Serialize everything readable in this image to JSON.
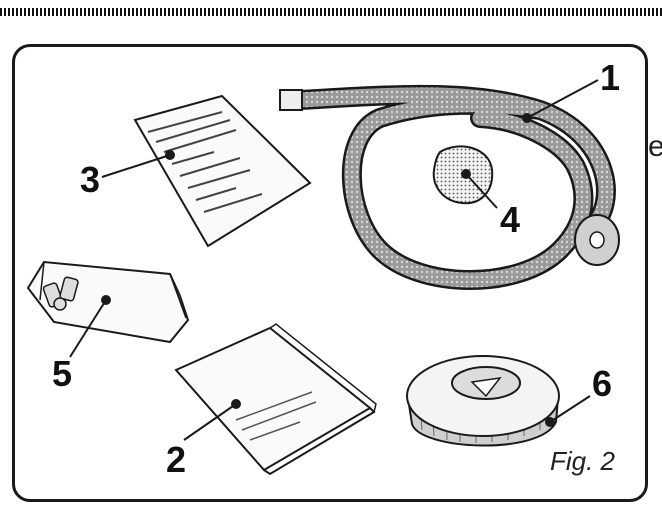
{
  "caption": "Fig. 2",
  "edge_text": "e",
  "callouts": {
    "hose": "1",
    "booklet": "2",
    "document": "3",
    "filter": "4",
    "bag": "5",
    "base": "6"
  },
  "colors": {
    "line": "#1a1a1a",
    "fill": "#f2f2f2",
    "shade": "#bdbdbd"
  }
}
